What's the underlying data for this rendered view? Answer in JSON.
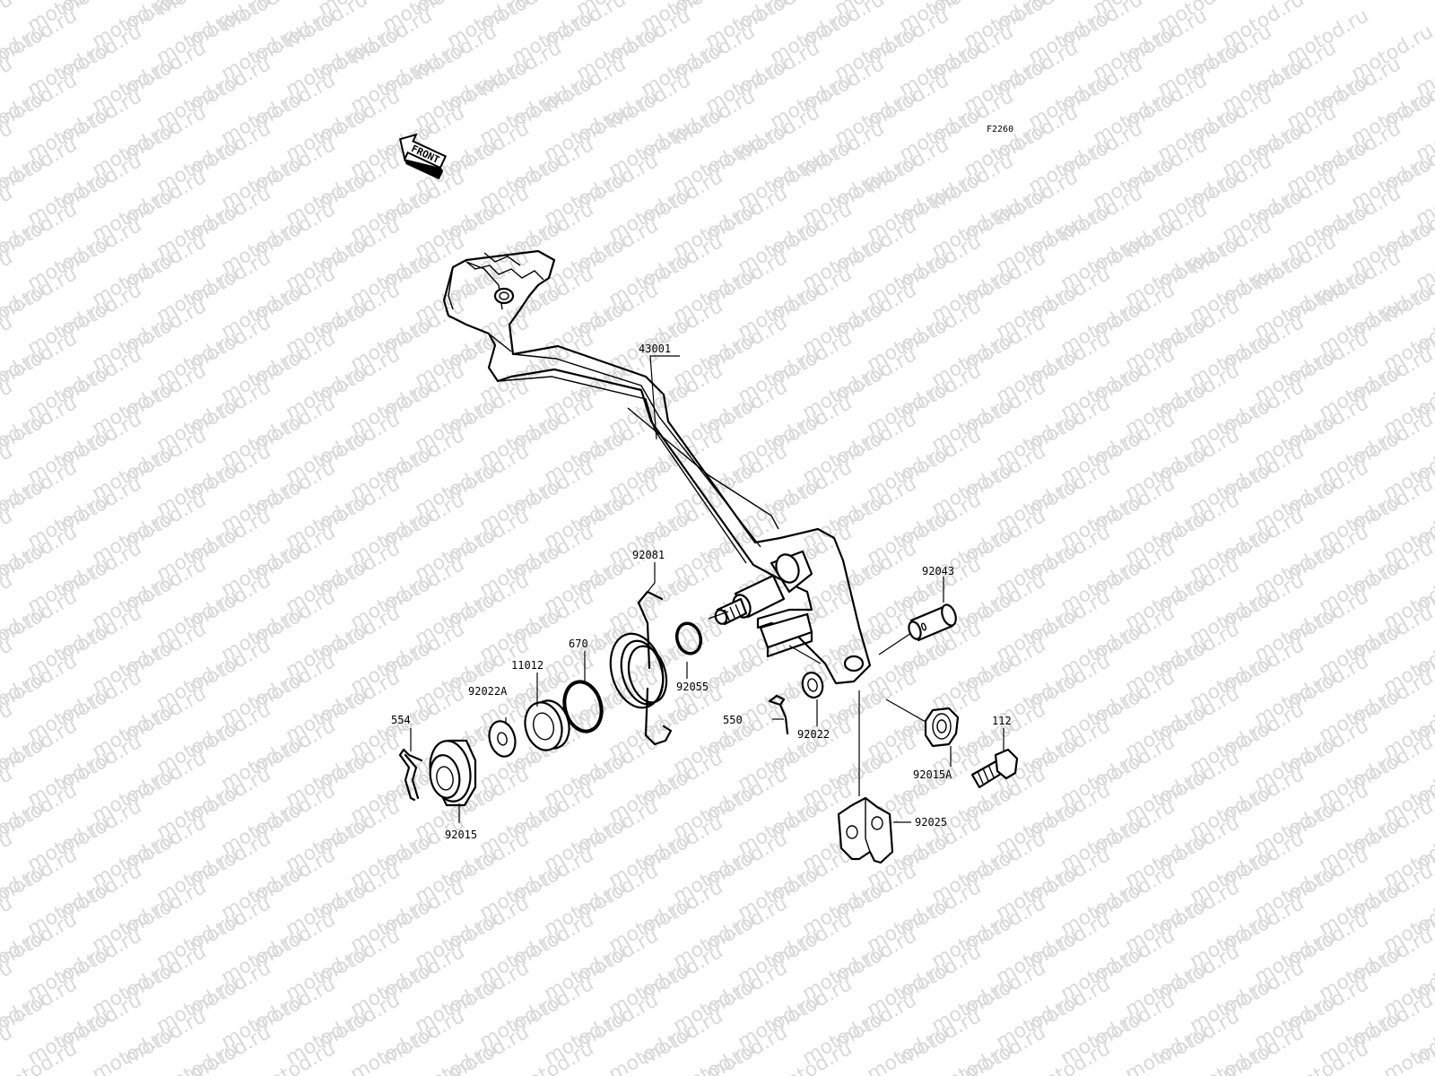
{
  "figure_code": "F2260",
  "front_arrow": {
    "text": "FRONT",
    "icon": "front-arrow-icon"
  },
  "watermark": "motod.ru",
  "parts": [
    {
      "id": "brake-pedal",
      "label": "43001"
    },
    {
      "id": "return-spring",
      "label": "92081"
    },
    {
      "id": "o-ring-pivot",
      "label": "92055"
    },
    {
      "id": "o-ring",
      "label": "670"
    },
    {
      "id": "seal",
      "label": "11012"
    },
    {
      "id": "washer-a",
      "label": "92022A"
    },
    {
      "id": "clip",
      "label": "554"
    },
    {
      "id": "nut",
      "label": "92015"
    },
    {
      "id": "pin",
      "label": "92043"
    },
    {
      "id": "cotter-pin",
      "label": "550"
    },
    {
      "id": "washer",
      "label": "92022"
    },
    {
      "id": "nut-a",
      "label": "92015A"
    },
    {
      "id": "bolt",
      "label": "112"
    },
    {
      "id": "joint",
      "label": "92025"
    }
  ]
}
